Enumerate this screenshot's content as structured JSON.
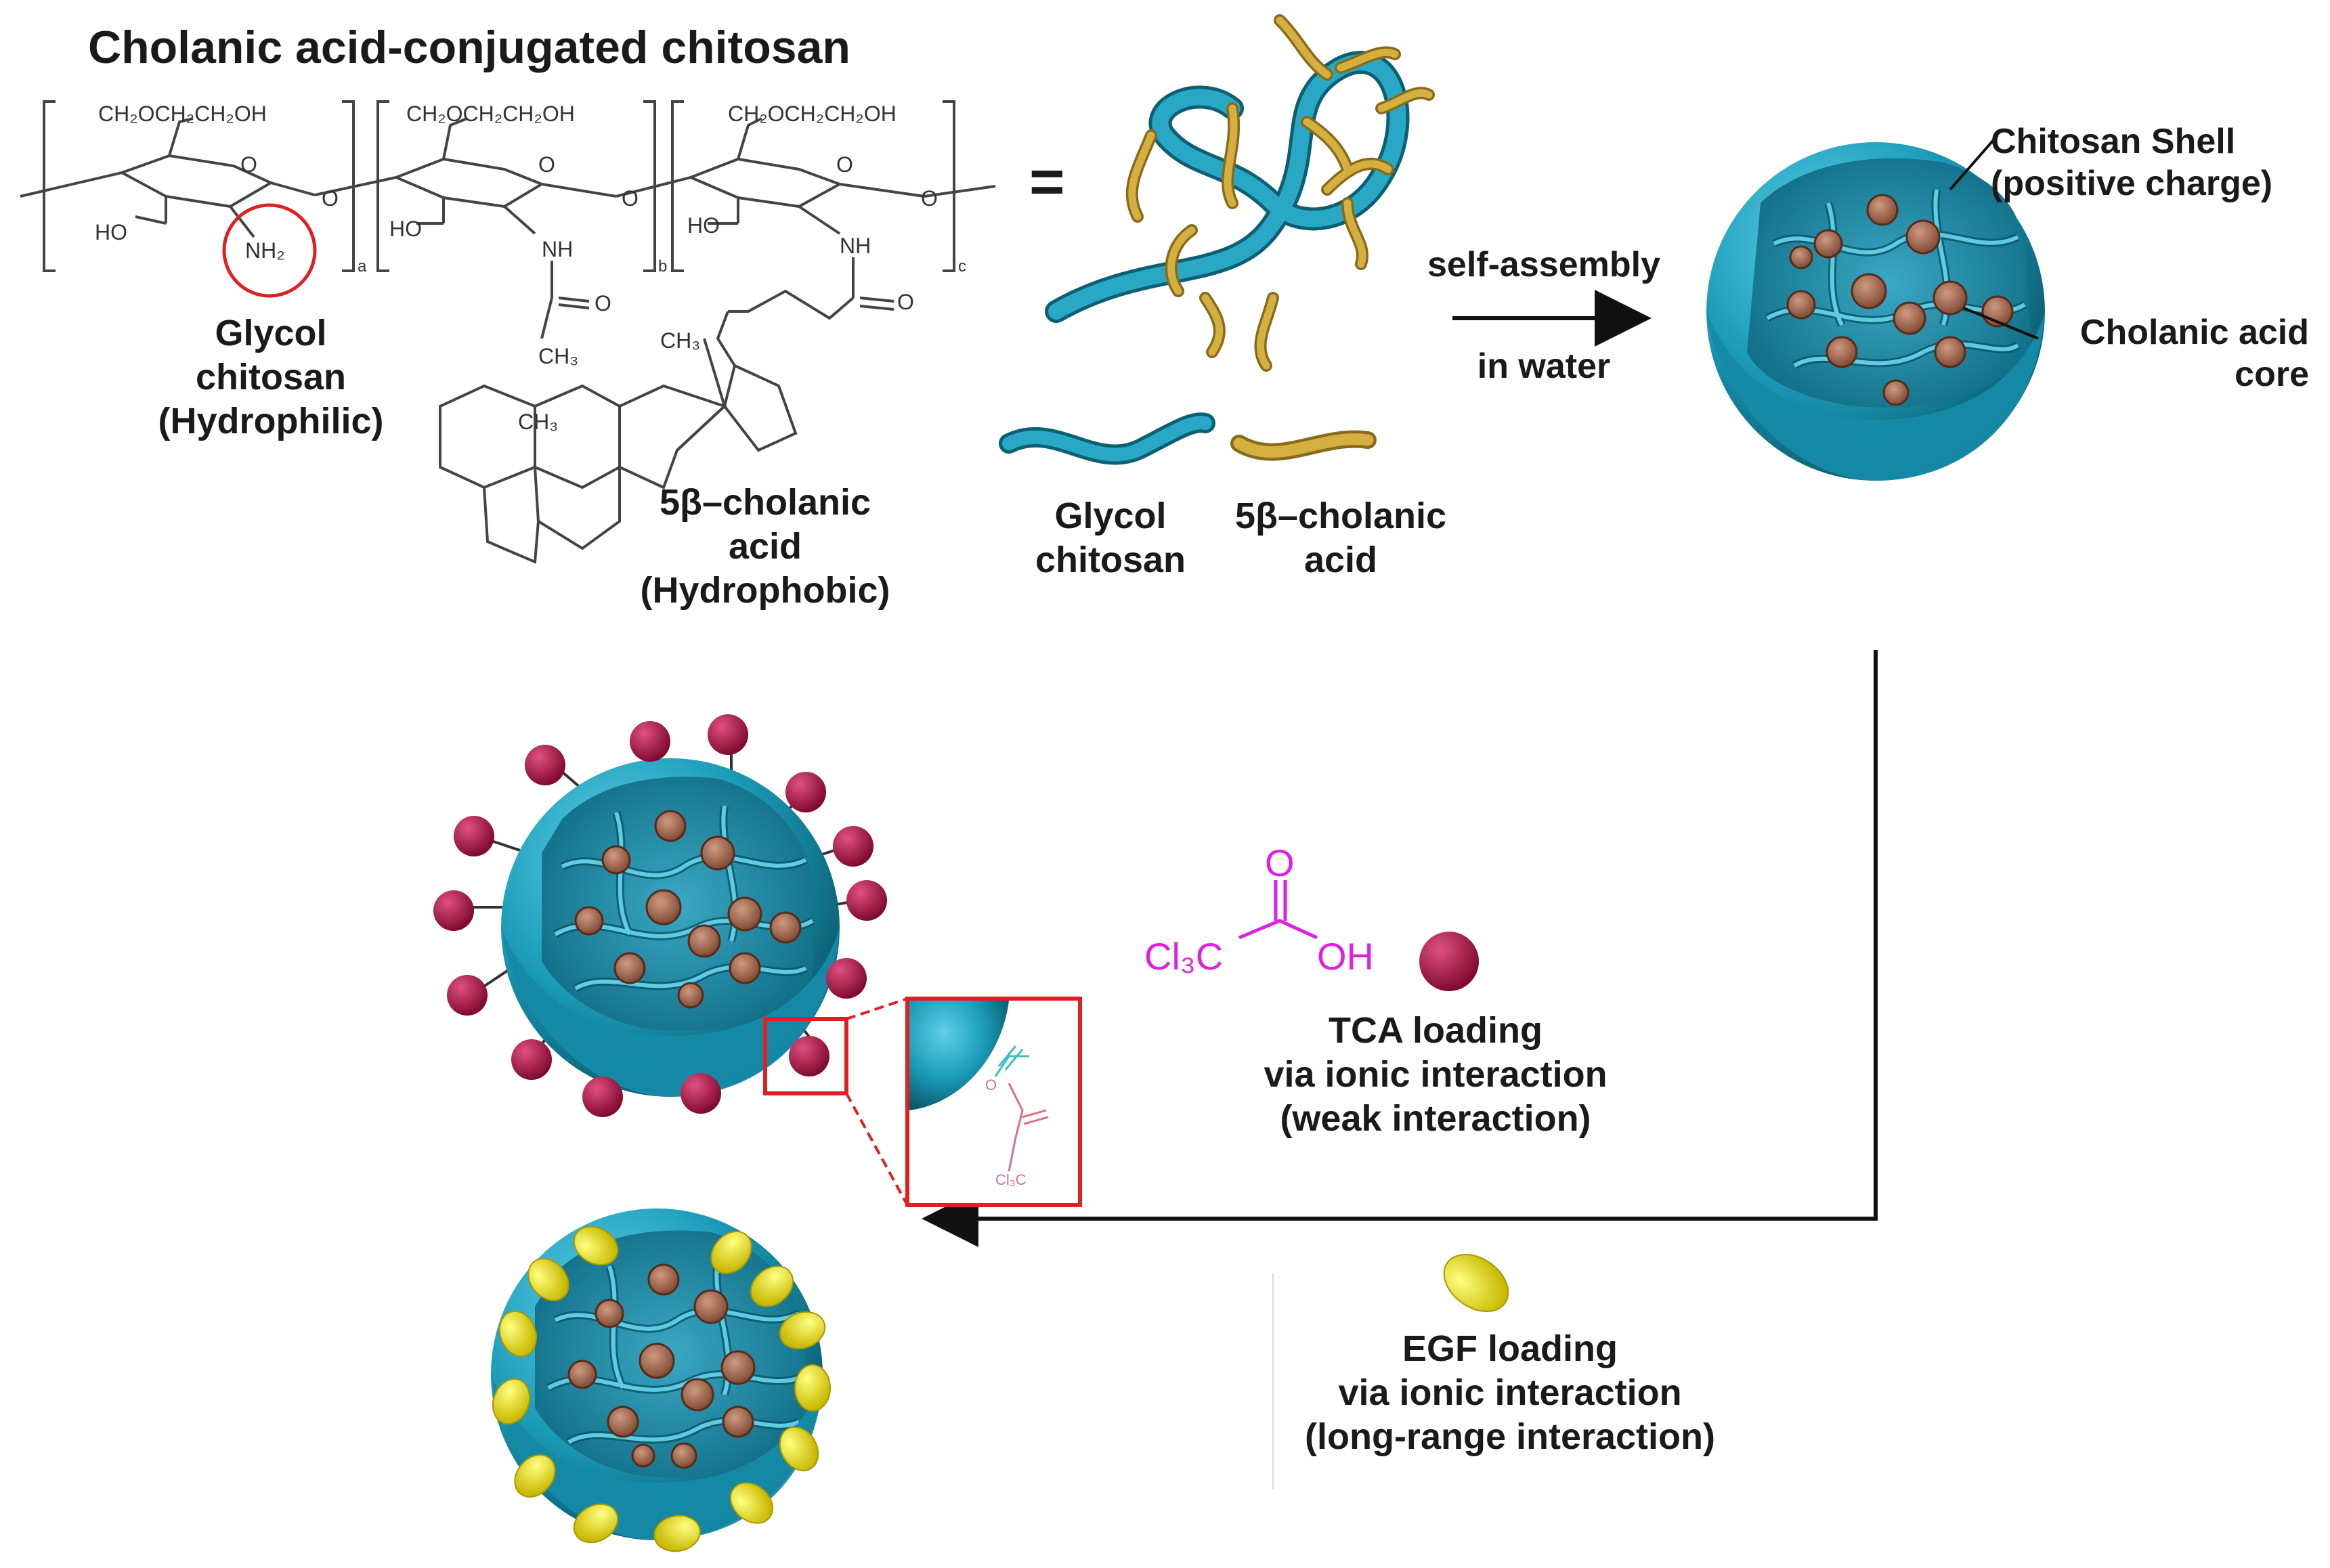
{
  "title": "Cholanic acid-conjugated chitosan",
  "structure": {
    "side_chain": "CH₂OCH₂CH₂OH",
    "ring_o": "O",
    "link_o": "O",
    "ho": "HO",
    "nh2": "NH₂",
    "nh": "NH",
    "carbonyl_o": "O",
    "ch3": "CH₃",
    "subscripts": [
      "a",
      "b",
      "c"
    ],
    "glycol_label": [
      "Glycol",
      "chitosan",
      "(Hydrophilic)"
    ],
    "cholanic_label": [
      "5β–cholanic",
      "acid",
      "(Hydrophobic)"
    ]
  },
  "equals": "=",
  "legend": {
    "glycol": [
      "Glycol",
      "chitosan"
    ],
    "cholanic": [
      "5β–cholanic",
      "acid"
    ]
  },
  "process": {
    "top": "self-assembly",
    "bottom": "in water"
  },
  "nanoparticle": {
    "shell": [
      "Chitosan Shell",
      "(positive charge)"
    ],
    "core": [
      "Cholanic acid",
      "core"
    ]
  },
  "tca": {
    "formula_left": "Cl₃C",
    "formula_o": "O",
    "formula_oh": "OH",
    "inset_left": "Cl₃C",
    "inset_o": "O",
    "label": [
      "TCA loading",
      "via ionic interaction",
      "(weak interaction)"
    ]
  },
  "egf": {
    "label": [
      "EGF loading",
      "via ionic interaction",
      "(long-range interaction)"
    ]
  },
  "colors": {
    "shell": "#1a9bb8",
    "core_particle": "#a86a52",
    "tca": "#b0144a",
    "egf": "#e8e000",
    "cholanic_chain": "#c9a63c",
    "highlight": "#e02020"
  }
}
